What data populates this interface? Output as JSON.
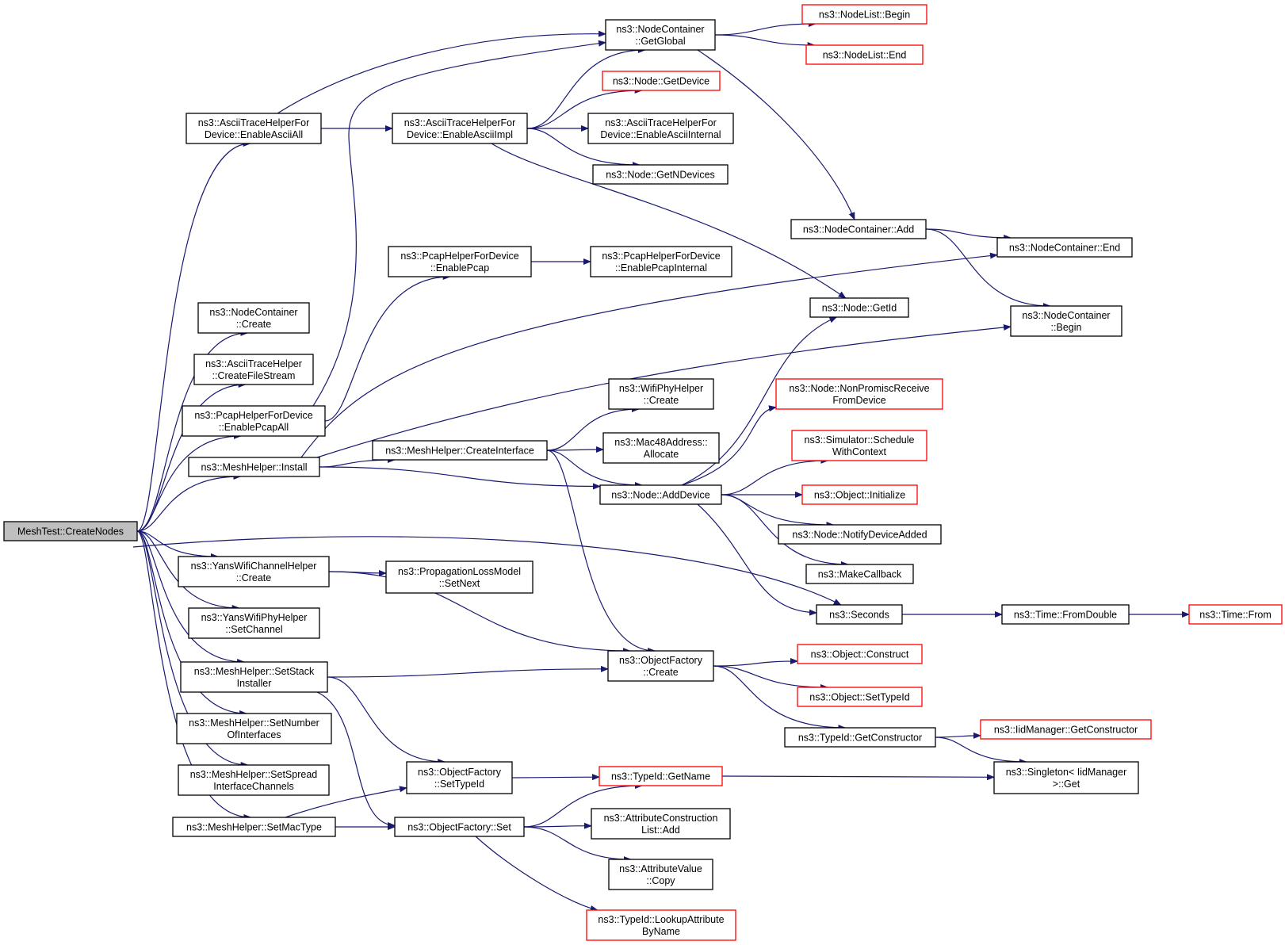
{
  "colors": {
    "edge": "#191970",
    "node_border": "#000000",
    "truncated_border": "#ff0000",
    "root_fill": "#bfbfbf",
    "node_fill": "#ffffff"
  },
  "nodes": [
    {
      "id": "root",
      "lines": [
        "MeshTest::CreateNodes"
      ],
      "root": true
    },
    {
      "id": "ascii_all",
      "lines": [
        "ns3::AsciiTraceHelperFor",
        "Device::EnableAsciiAll"
      ]
    },
    {
      "id": "nc_create",
      "lines": [
        "ns3::NodeContainer",
        "::Create"
      ]
    },
    {
      "id": "ath_cfs",
      "lines": [
        "ns3::AsciiTraceHelper",
        "::CreateFileStream"
      ]
    },
    {
      "id": "pcap_all",
      "lines": [
        "ns3::PcapHelperForDevice",
        "::EnablePcapAll"
      ]
    },
    {
      "id": "mh_install",
      "lines": [
        "ns3::MeshHelper::Install"
      ]
    },
    {
      "id": "ywch_create",
      "lines": [
        "ns3::YansWifiChannelHelper",
        "::Create"
      ]
    },
    {
      "id": "ywph_setch",
      "lines": [
        "ns3::YansWifiPhyHelper",
        "::SetChannel"
      ]
    },
    {
      "id": "mh_setstack",
      "lines": [
        "ns3::MeshHelper::SetStack",
        "Installer"
      ]
    },
    {
      "id": "mh_setnum",
      "lines": [
        "ns3::MeshHelper::SetNumber",
        "OfInterfaces"
      ]
    },
    {
      "id": "mh_setspread",
      "lines": [
        "ns3::MeshHelper::SetSpread",
        "InterfaceChannels"
      ]
    },
    {
      "id": "mh_setmac",
      "lines": [
        "ns3::MeshHelper::SetMacType"
      ]
    },
    {
      "id": "ascii_impl",
      "lines": [
        "ns3::AsciiTraceHelperFor",
        "Device::EnableAsciiImpl"
      ]
    },
    {
      "id": "pcap_enable",
      "lines": [
        "ns3::PcapHelperForDevice",
        "::EnablePcap"
      ]
    },
    {
      "id": "mh_createif",
      "lines": [
        "ns3::MeshHelper::CreateInterface"
      ]
    },
    {
      "id": "plm_setnext",
      "lines": [
        "ns3::PropagationLossModel",
        "::SetNext"
      ]
    },
    {
      "id": "of_settypeid",
      "lines": [
        "ns3::ObjectFactory",
        "::SetTypeId"
      ]
    },
    {
      "id": "of_set",
      "lines": [
        "ns3::ObjectFactory::Set"
      ]
    },
    {
      "id": "nc_getglobal",
      "lines": [
        "ns3::NodeContainer",
        "::GetGlobal"
      ]
    },
    {
      "id": "node_getdevice",
      "lines": [
        "ns3::Node::GetDevice"
      ],
      "truncated": true
    },
    {
      "id": "ascii_internal",
      "lines": [
        "ns3::AsciiTraceHelperFor",
        "Device::EnableAsciiInternal"
      ]
    },
    {
      "id": "node_getndev",
      "lines": [
        "ns3::Node::GetNDevices"
      ]
    },
    {
      "id": "pcap_internal",
      "lines": [
        "ns3::PcapHelperForDevice",
        "::EnablePcapInternal"
      ]
    },
    {
      "id": "wph_create",
      "lines": [
        "ns3::WifiPhyHelper",
        "::Create"
      ]
    },
    {
      "id": "mac48_alloc",
      "lines": [
        "ns3::Mac48Address::",
        "Allocate"
      ]
    },
    {
      "id": "node_adddevice",
      "lines": [
        "ns3::Node::AddDevice"
      ]
    },
    {
      "id": "of_create",
      "lines": [
        "ns3::ObjectFactory",
        "::Create"
      ]
    },
    {
      "id": "tid_getname",
      "lines": [
        "ns3::TypeId::GetName"
      ],
      "truncated": true
    },
    {
      "id": "acl_add",
      "lines": [
        "ns3::AttributeConstruction",
        "List::Add"
      ]
    },
    {
      "id": "av_copy",
      "lines": [
        "ns3::AttributeValue",
        "::Copy"
      ]
    },
    {
      "id": "tid_lookup",
      "lines": [
        "ns3::TypeId::LookupAttribute",
        "ByName"
      ],
      "truncated": true
    },
    {
      "id": "nl_begin",
      "lines": [
        "ns3::NodeList::Begin"
      ],
      "truncated": true
    },
    {
      "id": "nl_end",
      "lines": [
        "ns3::NodeList::End"
      ],
      "truncated": true
    },
    {
      "id": "nc_add",
      "lines": [
        "ns3::NodeContainer::Add"
      ]
    },
    {
      "id": "node_getid",
      "lines": [
        "ns3::Node::GetId"
      ]
    },
    {
      "id": "node_npr",
      "lines": [
        "ns3::Node::NonPromiscReceive",
        "FromDevice"
      ],
      "truncated": true
    },
    {
      "id": "sim_schedule",
      "lines": [
        "ns3::Simulator::Schedule",
        "WithContext"
      ],
      "truncated": true
    },
    {
      "id": "obj_init",
      "lines": [
        "ns3::Object::Initialize"
      ],
      "truncated": true
    },
    {
      "id": "node_notify",
      "lines": [
        "ns3::Node::NotifyDeviceAdded"
      ]
    },
    {
      "id": "make_cb",
      "lines": [
        "ns3::MakeCallback"
      ]
    },
    {
      "id": "seconds",
      "lines": [
        "ns3::Seconds"
      ]
    },
    {
      "id": "obj_construct",
      "lines": [
        "ns3::Object::Construct"
      ],
      "truncated": true
    },
    {
      "id": "obj_settypeid",
      "lines": [
        "ns3::Object::SetTypeId"
      ],
      "truncated": true
    },
    {
      "id": "tid_getctor",
      "lines": [
        "ns3::TypeId::GetConstructor"
      ]
    },
    {
      "id": "nc_end",
      "lines": [
        "ns3::NodeContainer::End"
      ]
    },
    {
      "id": "nc_begin",
      "lines": [
        "ns3::NodeContainer",
        "::Begin"
      ]
    },
    {
      "id": "time_fromdouble",
      "lines": [
        "ns3::Time::FromDouble"
      ]
    },
    {
      "id": "iid_getctor",
      "lines": [
        "ns3::IidManager::GetConstructor"
      ],
      "truncated": true
    },
    {
      "id": "singleton_get",
      "lines": [
        "ns3::Singleton< IidManager",
        ">::Get"
      ]
    },
    {
      "id": "time_from",
      "lines": [
        "ns3::Time::From"
      ],
      "truncated": true
    }
  ],
  "edges": [
    [
      "root",
      "ascii_all"
    ],
    [
      "root",
      "nc_create"
    ],
    [
      "root",
      "ath_cfs"
    ],
    [
      "root",
      "pcap_all"
    ],
    [
      "root",
      "mh_install"
    ],
    [
      "root",
      "seconds"
    ],
    [
      "root",
      "ywch_create"
    ],
    [
      "root",
      "ywph_setch"
    ],
    [
      "root",
      "mh_setstack"
    ],
    [
      "root",
      "mh_setnum"
    ],
    [
      "root",
      "mh_setspread"
    ],
    [
      "root",
      "mh_setmac"
    ],
    [
      "ascii_all",
      "nc_getglobal"
    ],
    [
      "ascii_all",
      "ascii_impl"
    ],
    [
      "ascii_impl",
      "nc_getglobal"
    ],
    [
      "ascii_impl",
      "node_getdevice"
    ],
    [
      "ascii_impl",
      "ascii_internal"
    ],
    [
      "ascii_impl",
      "node_getndev"
    ],
    [
      "ascii_impl",
      "node_getid"
    ],
    [
      "pcap_all",
      "nc_getglobal"
    ],
    [
      "pcap_all",
      "pcap_enable"
    ],
    [
      "pcap_enable",
      "pcap_internal"
    ],
    [
      "mh_install",
      "nc_end"
    ],
    [
      "mh_install",
      "nc_begin"
    ],
    [
      "mh_install",
      "mh_createif"
    ],
    [
      "mh_install",
      "node_adddevice"
    ],
    [
      "mh_createif",
      "wph_create"
    ],
    [
      "mh_createif",
      "mac48_alloc"
    ],
    [
      "mh_createif",
      "node_adddevice"
    ],
    [
      "mh_createif",
      "of_create"
    ],
    [
      "node_adddevice",
      "node_getid"
    ],
    [
      "node_adddevice",
      "node_npr"
    ],
    [
      "node_adddevice",
      "sim_schedule"
    ],
    [
      "node_adddevice",
      "obj_init"
    ],
    [
      "node_adddevice",
      "node_notify"
    ],
    [
      "node_adddevice",
      "make_cb"
    ],
    [
      "node_adddevice",
      "seconds"
    ],
    [
      "nc_getglobal",
      "nl_begin"
    ],
    [
      "nc_getglobal",
      "nl_end"
    ],
    [
      "nc_getglobal",
      "nc_add"
    ],
    [
      "nc_add",
      "nc_end"
    ],
    [
      "nc_add",
      "nc_begin"
    ],
    [
      "ywch_create",
      "plm_setnext"
    ],
    [
      "ywch_create",
      "of_create"
    ],
    [
      "mh_setstack",
      "of_create"
    ],
    [
      "mh_setstack",
      "of_settypeid"
    ],
    [
      "mh_setstack",
      "of_set"
    ],
    [
      "mh_setmac",
      "of_settypeid"
    ],
    [
      "mh_setmac",
      "of_set"
    ],
    [
      "of_settypeid",
      "tid_getname"
    ],
    [
      "of_set",
      "tid_getname"
    ],
    [
      "of_set",
      "acl_add"
    ],
    [
      "of_set",
      "av_copy"
    ],
    [
      "of_set",
      "tid_lookup"
    ],
    [
      "of_create",
      "obj_construct"
    ],
    [
      "of_create",
      "obj_settypeid"
    ],
    [
      "of_create",
      "tid_getctor"
    ],
    [
      "tid_getctor",
      "iid_getctor"
    ],
    [
      "tid_getctor",
      "singleton_get"
    ],
    [
      "tid_getname",
      "singleton_get"
    ],
    [
      "seconds",
      "time_fromdouble"
    ],
    [
      "time_fromdouble",
      "time_from"
    ]
  ]
}
